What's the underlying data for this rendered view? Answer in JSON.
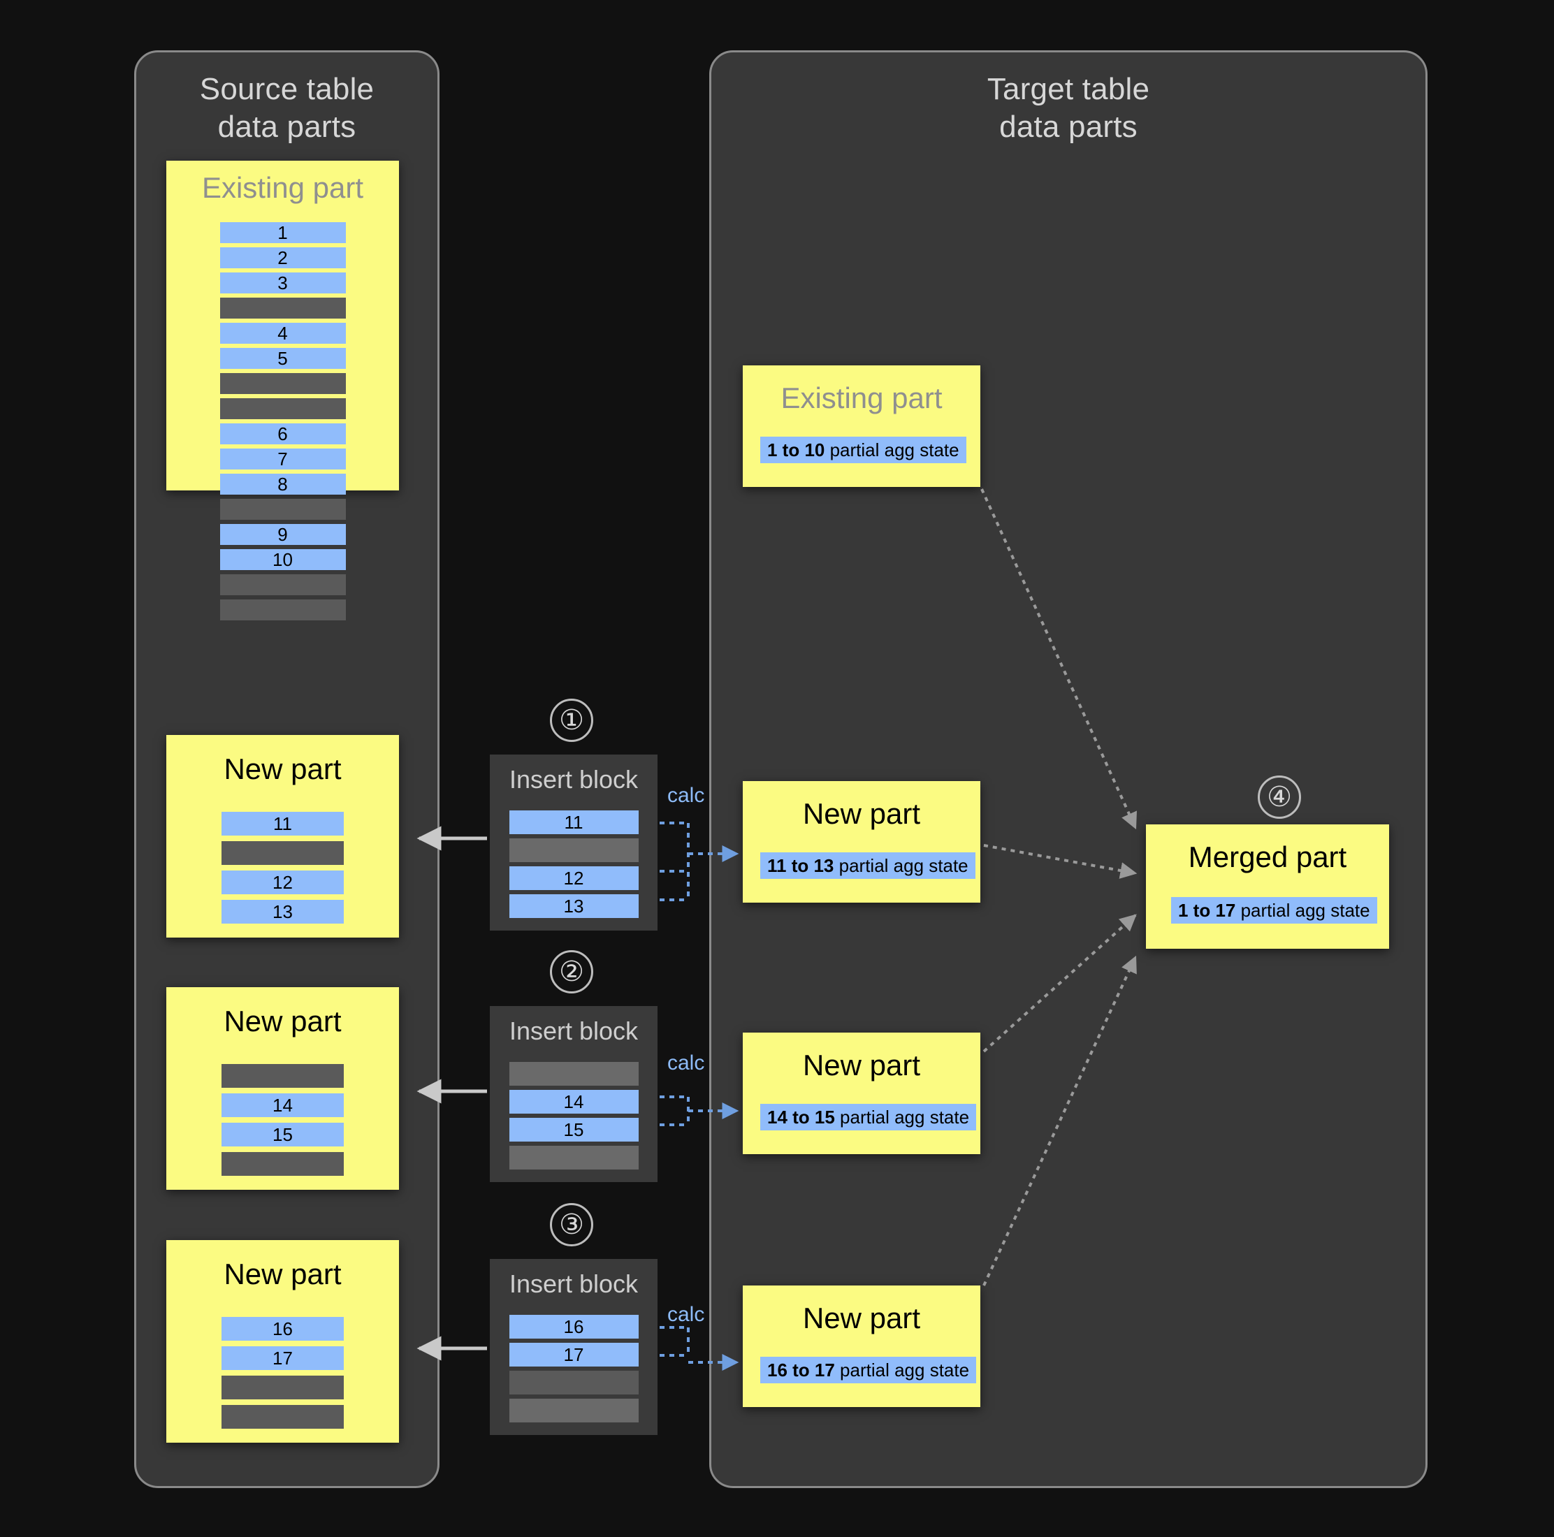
{
  "panels": {
    "source": {
      "title": "Source table\ndata parts"
    },
    "target": {
      "title": "Target table\ndata parts"
    }
  },
  "labels": {
    "existing_part": "Existing part",
    "new_part": "New part",
    "merged_part": "Merged part",
    "insert_block": "Insert block",
    "calc": "calc"
  },
  "steps": {
    "one": "①",
    "two": "②",
    "three": "③",
    "four": "④"
  },
  "source_parts": [
    {
      "id": "source-existing-part",
      "title": "Existing part",
      "title_style": "gray",
      "rows": [
        {
          "type": "blue",
          "value": "1"
        },
        {
          "type": "blue",
          "value": "2"
        },
        {
          "type": "blue",
          "value": "3"
        },
        {
          "type": "gray",
          "value": ""
        },
        {
          "type": "blue",
          "value": "4"
        },
        {
          "type": "blue",
          "value": "5"
        },
        {
          "type": "gray",
          "value": ""
        },
        {
          "type": "gray",
          "value": ""
        },
        {
          "type": "blue",
          "value": "6"
        },
        {
          "type": "blue",
          "value": "7"
        },
        {
          "type": "blue",
          "value": "8"
        },
        {
          "type": "gray",
          "value": ""
        },
        {
          "type": "blue",
          "value": "9"
        },
        {
          "type": "blue",
          "value": "10"
        },
        {
          "type": "gray",
          "value": ""
        },
        {
          "type": "gray",
          "value": ""
        }
      ]
    },
    {
      "id": "source-new-part-1",
      "title": "New part",
      "title_style": "black",
      "rows": [
        {
          "type": "blue",
          "value": "11"
        },
        {
          "type": "gray",
          "value": ""
        },
        {
          "type": "blue",
          "value": "12"
        },
        {
          "type": "blue",
          "value": "13"
        }
      ]
    },
    {
      "id": "source-new-part-2",
      "title": "New part",
      "title_style": "black",
      "rows": [
        {
          "type": "gray",
          "value": ""
        },
        {
          "type": "blue",
          "value": "14"
        },
        {
          "type": "blue",
          "value": "15"
        },
        {
          "type": "gray",
          "value": ""
        }
      ]
    },
    {
      "id": "source-new-part-3",
      "title": "New part",
      "title_style": "black",
      "rows": [
        {
          "type": "blue",
          "value": "16"
        },
        {
          "type": "blue",
          "value": "17"
        },
        {
          "type": "gray",
          "value": ""
        },
        {
          "type": "gray",
          "value": ""
        }
      ]
    }
  ],
  "insert_blocks": [
    {
      "id": "insert-block-1",
      "step": "①",
      "title": "Insert block",
      "calc": "calc",
      "rows": [
        {
          "type": "blue",
          "value": "11"
        },
        {
          "type": "gray2",
          "value": ""
        },
        {
          "type": "blue",
          "value": "12"
        },
        {
          "type": "blue",
          "value": "13"
        }
      ]
    },
    {
      "id": "insert-block-2",
      "step": "②",
      "title": "Insert block",
      "calc": "calc",
      "rows": [
        {
          "type": "gray2",
          "value": ""
        },
        {
          "type": "blue",
          "value": "14"
        },
        {
          "type": "blue",
          "value": "15"
        },
        {
          "type": "gray2",
          "value": ""
        }
      ]
    },
    {
      "id": "insert-block-3",
      "step": "③",
      "title": "Insert block",
      "calc": "calc",
      "rows": [
        {
          "type": "blue",
          "value": "16"
        },
        {
          "type": "blue",
          "value": "17"
        },
        {
          "type": "gray",
          "value": ""
        },
        {
          "type": "gray2",
          "value": ""
        }
      ]
    }
  ],
  "target_parts": [
    {
      "id": "target-existing-part",
      "title": "Existing part",
      "title_style": "gray",
      "agg_range": "1 to 10",
      "agg_suffix": " partial agg state"
    },
    {
      "id": "target-new-part-1",
      "title": "New part",
      "title_style": "black",
      "agg_range": "11 to 13",
      "agg_suffix": " partial agg state"
    },
    {
      "id": "target-new-part-2",
      "title": "New part",
      "title_style": "black",
      "agg_range": "14 to 15",
      "agg_suffix": " partial agg state"
    },
    {
      "id": "target-new-part-3",
      "title": "New part",
      "title_style": "black",
      "agg_range": "16 to 17",
      "agg_suffix": " partial agg state"
    }
  ],
  "merged_part": {
    "id": "target-merged-part",
    "step": "④",
    "title": "Merged part",
    "agg_range": "1 to 17",
    "agg_suffix": " partial agg state"
  },
  "colors": {
    "background": "#111111",
    "panel_fill": "#383838",
    "panel_border": "#8a8a8a",
    "part_yellow": "#fbfb82",
    "row_blue": "#90bcfb",
    "row_gray": "#5a5a5a",
    "insert_block_fill": "#3a3a3a",
    "calc_blue": "#8ebcf8",
    "arrow_gray": "#9a9a9a",
    "title_gray": "#8f8f8f",
    "panel_title": "#d7d7d7"
  }
}
